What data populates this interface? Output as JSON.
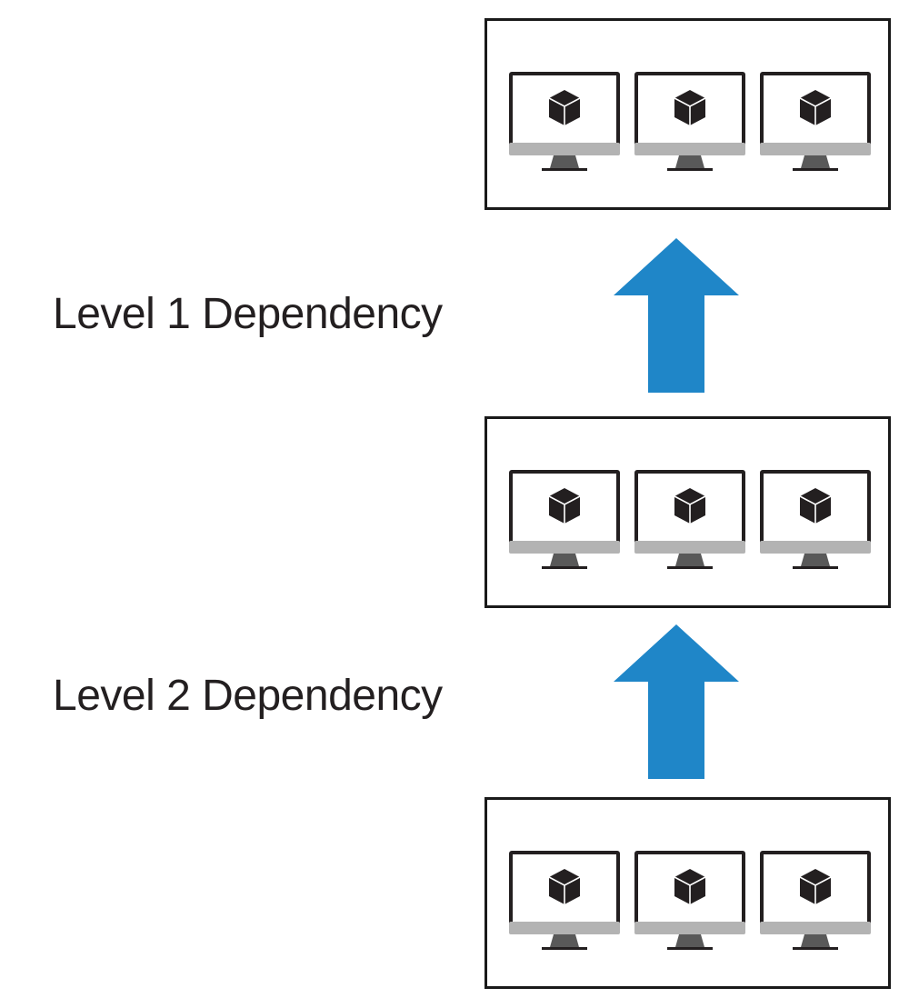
{
  "labels": {
    "level1": "Level 1 Dependency",
    "level2": "Level 2 Dependency"
  },
  "tiers": [
    {
      "position": "top",
      "monitors": 3,
      "icon": "package-cube-icon"
    },
    {
      "position": "middle",
      "monitors": 3,
      "icon": "package-cube-icon"
    },
    {
      "position": "bottom",
      "monitors": 3,
      "icon": "package-cube-icon"
    }
  ],
  "arrows": [
    {
      "direction": "up",
      "from": "middle",
      "to": "top"
    },
    {
      "direction": "up",
      "from": "bottom",
      "to": "middle"
    }
  ],
  "colors": {
    "arrow": "#1f86c8",
    "box_border": "#1a1a1a",
    "text": "#231f20",
    "monitor_frame": "#231f20",
    "monitor_chin": "#b3b3b3",
    "monitor_stand": "#595959"
  }
}
